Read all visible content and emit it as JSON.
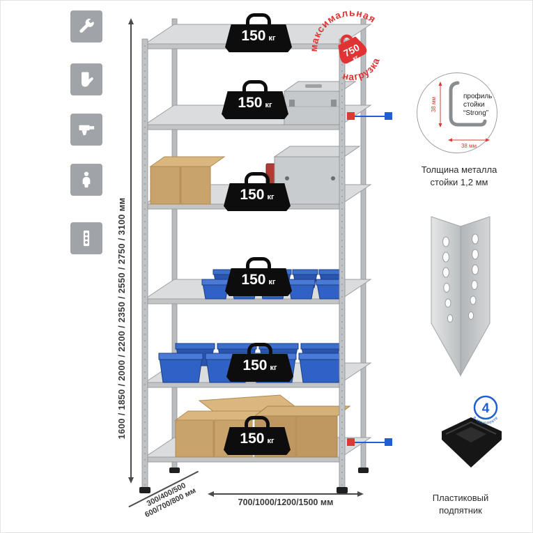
{
  "feature_icons": [
    {
      "name": "wrench"
    },
    {
      "name": "gloves"
    },
    {
      "name": "drill"
    },
    {
      "name": "person"
    },
    {
      "name": "level"
    }
  ],
  "height_dim": {
    "label": "1600 / 1850 / 2000 / 2200 / 2350 / 2550 / 2750 / 3100 мм"
  },
  "depth_dim": {
    "line1": "300/400/500",
    "line2": "600/700/800 мм"
  },
  "width_dim": {
    "label": "700/1000/1200/1500 мм"
  },
  "shelf_load": {
    "value": "150",
    "unit": "кг",
    "shelf_count": 6
  },
  "max_load": {
    "word_top": "максимальная",
    "word_bottom": "нагрузка",
    "value": "750",
    "unit": "кг"
  },
  "profile_detail": {
    "text_line1": "профиль",
    "text_line2": "стойки",
    "text_line3": "“Strong”",
    "dim_vertical": "38 мм",
    "dim_horizontal": "38 мм",
    "caption_line1": "Толщина металла",
    "caption_line2": "стойки 1,2 мм"
  },
  "foot_detail": {
    "badge_value": "4",
    "badge_ring_text": "в комплекте",
    "caption_line1": "Пластиковый",
    "caption_line2": "подпятник"
  },
  "colors": {
    "accent_red": "#d93a35",
    "accent_blue": "#1f5fd0",
    "stamp_red": "#e03434",
    "bin_blue": "#2f62c4",
    "steel_gray": "#c2c4c6",
    "icon_gray": "#a0a3a7"
  }
}
